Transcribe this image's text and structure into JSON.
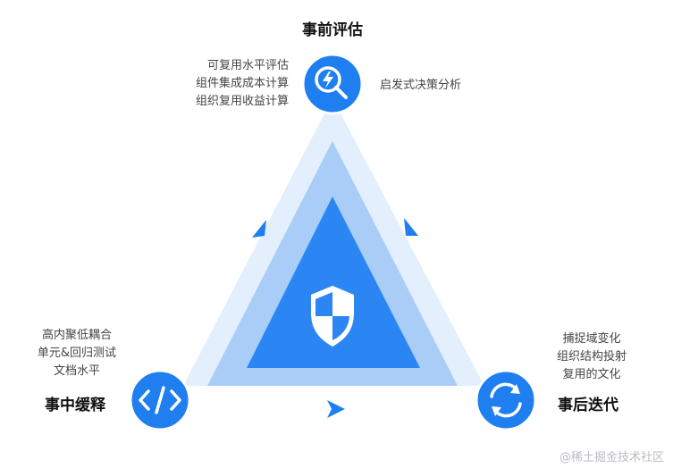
{
  "stages": {
    "top": {
      "title": "事前评估",
      "left_items": [
        "可复用水平评估",
        "组件集成成本计算",
        "组织复用收益计算"
      ],
      "right_items": [
        "启发式决策分析"
      ],
      "icon": "search-icon"
    },
    "bottom_left": {
      "title": "事中缓释",
      "items": [
        "高内聚低耦合",
        "单元&回归测试",
        "文档水平"
      ],
      "icon": "code-icon"
    },
    "bottom_right": {
      "title": "事后迭代",
      "items": [
        "捕捉域变化",
        "组织结构投射",
        "复用的文化"
      ],
      "icon": "refresh-icon"
    }
  },
  "center_icon": "shield-icon",
  "watermark": "@稀土掘金技术社区",
  "colors": {
    "accent": "#1f7ff0",
    "triangle_outer": "#e3effc",
    "triangle_middle": "#a9cdf7",
    "triangle_inner": "#2b86f3",
    "icon_fill": "#ffffff"
  }
}
